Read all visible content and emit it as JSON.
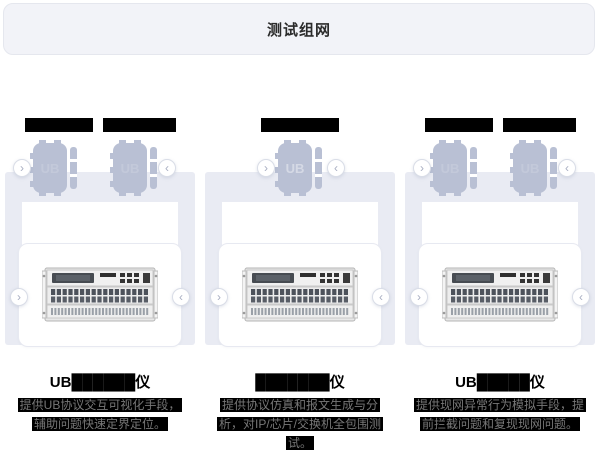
{
  "header": {
    "title": "测试组网"
  },
  "carousel": {
    "arrow_right": "›",
    "arrow_left": "‹"
  },
  "colors": {
    "header_bg": "#f2f3f8",
    "slot_bg": "#e9ebf3",
    "chip": "#b9c0d4",
    "label_bar": "#000000",
    "desc_highlight": "#000000",
    "desc_text": "#777777"
  },
  "columns": [
    {
      "labels": [
        "████████",
        "████████"
      ],
      "chips": [
        {
          "text": "UB"
        },
        {
          "text": "UB"
        }
      ],
      "title": "UB██████仪",
      "description_lines": [
        "提供UB协议交互可视化手段，",
        "辅助问题快速定界定位。"
      ]
    },
    {
      "labels": [
        "█████████"
      ],
      "chips": [
        {
          "text": "UB"
        }
      ],
      "title": "███████仪",
      "description_lines": [
        "提供协议仿真和报文生成与分",
        "析，对IP/芯片/交换机全包围测",
        "试。"
      ]
    },
    {
      "labels": [
        "████████",
        "████████"
      ],
      "chips": [
        {
          "text": "UB"
        },
        {
          "text": "UB"
        }
      ],
      "title": "UB█████仪",
      "description_lines": [
        "提供现网异常行为模拟手段，提",
        "前拦截问题和复现现网问题。"
      ]
    }
  ]
}
